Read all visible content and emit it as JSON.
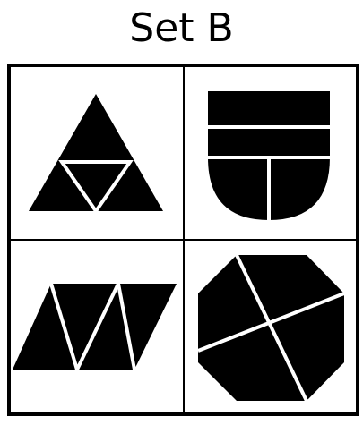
{
  "title": "Set B",
  "colors": {
    "shape_fill": "#000000",
    "divider_lines": "#ffffff",
    "grid_lines": "#000000",
    "background": "#ffffff"
  },
  "cells": [
    {
      "shape": "triangle",
      "parts": 4
    },
    {
      "shape": "shield",
      "parts": 4
    },
    {
      "shape": "parallelogram",
      "parts": 4
    },
    {
      "shape": "octagon",
      "parts": 4
    }
  ]
}
